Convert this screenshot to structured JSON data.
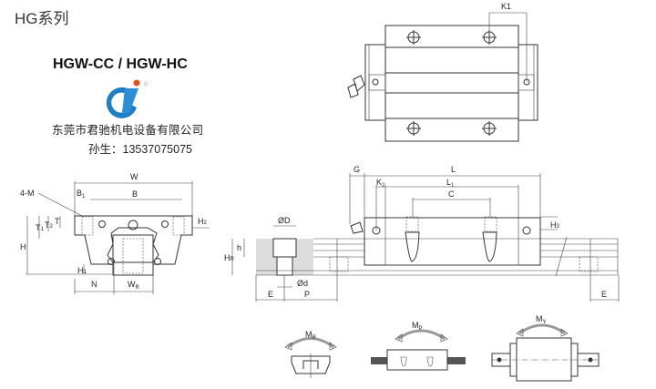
{
  "header": {
    "series_title": "HG系列",
    "model_title": "HGW-CC / HGW-HC",
    "company_name": "东莞市君驰机电设备有限公司",
    "contact": "孙生：13537075075"
  },
  "logo": {
    "name": "junchi-logo",
    "primary_color": "#1e7fc4",
    "accent_color": "#e8501c"
  },
  "top_view": {
    "dim_k1": "K1"
  },
  "front_view": {
    "dim_w": "W",
    "dim_b": "B",
    "dim_b1": "B",
    "dim_b1_sub": "1",
    "callout_4m": "4-M",
    "dim_h": "H",
    "dim_h1": "H",
    "dim_h1_sub": "1",
    "dim_h2": "H",
    "dim_h2_sub": "2",
    "dim_t": "T",
    "dim_t1": "T",
    "dim_t1_sub": "1",
    "dim_t2": "T",
    "dim_t2_sub": "2",
    "dim_n": "N",
    "dim_wr": "W",
    "dim_wr_sub": "R"
  },
  "side_view": {
    "dim_g": "G",
    "dim_l": "L",
    "dim_l1": "L",
    "dim_l1_sub": "1",
    "dim_k2": "K",
    "dim_k2_sub": "2",
    "dim_c": "C",
    "dim_h3": "H",
    "dim_h3_sub": "3",
    "dim_od": "ØD",
    "dim_small_d": "Ød",
    "dim_h_small": "h",
    "dim_hr": "H",
    "dim_hr_sub": "R",
    "dim_e_left": "E",
    "dim_p": "P",
    "dim_e_right": "E"
  },
  "moments": [
    {
      "label": "M",
      "sub": "R"
    },
    {
      "label": "M",
      "sub": "P"
    },
    {
      "label": "M",
      "sub": "Y"
    }
  ]
}
